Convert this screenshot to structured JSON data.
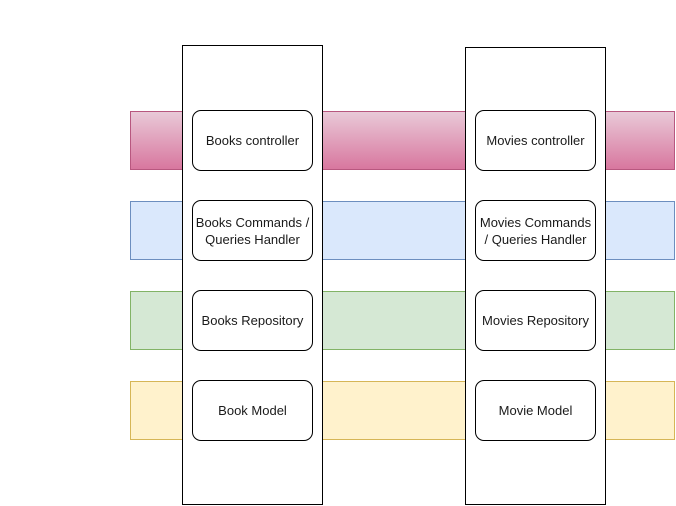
{
  "bands": {
    "controller": {
      "color": "#d8779f"
    },
    "handler": {
      "color": "#dae8fc"
    },
    "repository": {
      "color": "#d5e8d4"
    },
    "model": {
      "color": "#fff2cc"
    }
  },
  "books": {
    "controller": "Books controller",
    "handler": "Books Commands / Queries Handler",
    "repository": "Books Repository",
    "model": "Book Model"
  },
  "movies": {
    "controller": "Movies controller",
    "handler": "Movies Commands / Queries Handler",
    "repository": "Movies Repository",
    "model": "Movie Model"
  }
}
